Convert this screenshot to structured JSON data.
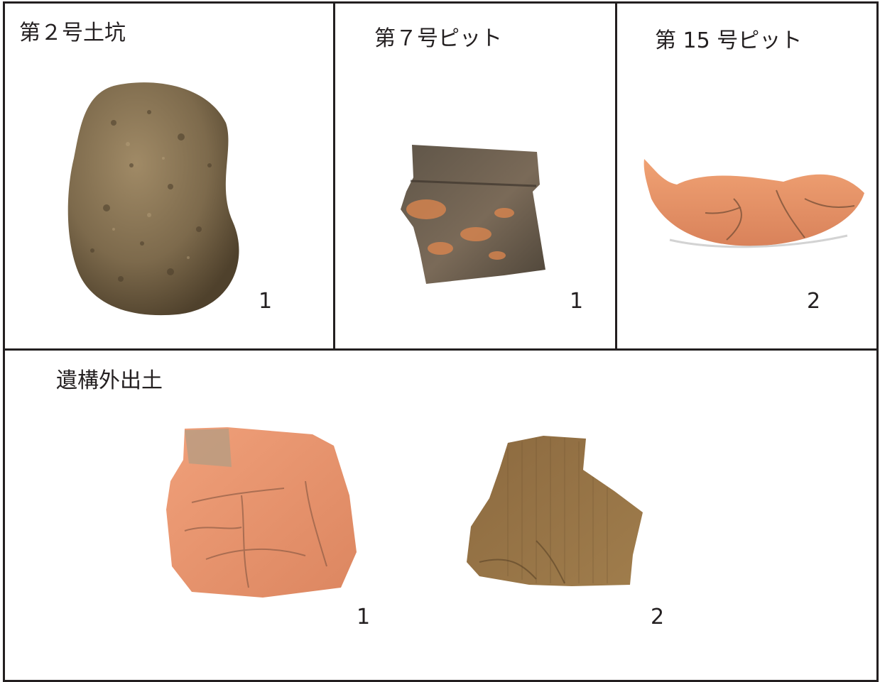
{
  "plate": {
    "cells": [
      {
        "label": "第２号土坑",
        "items": [
          {
            "number": "1",
            "artifact": "stone"
          }
        ]
      },
      {
        "label": "第７号ピット",
        "items": [
          {
            "number": "1",
            "artifact": "pottery-sherd"
          }
        ]
      },
      {
        "label": "第 15 号ピット",
        "items": [
          {
            "number": "2",
            "artifact": "bowl-fragment"
          }
        ]
      },
      {
        "label": "遺構外出土",
        "items": [
          {
            "number": "1",
            "artifact": "vessel-fragment"
          },
          {
            "number": "2",
            "artifact": "pottery-sherd"
          }
        ]
      }
    ]
  },
  "colors": {
    "rule": "#231f20",
    "stone": "#7d6a4c",
    "grey_sherd": "#6b5e4e",
    "orange_ware": "#e49a72",
    "brown_sherd": "#8c6a40"
  }
}
